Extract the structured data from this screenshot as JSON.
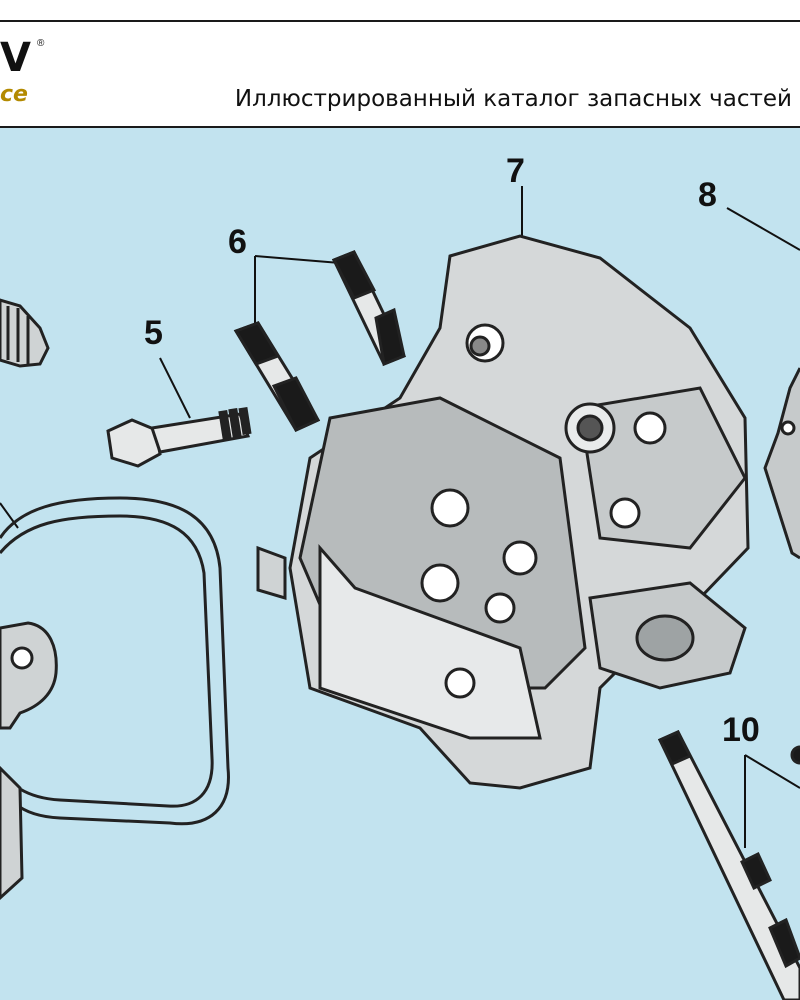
{
  "header": {
    "logo_text": "V",
    "logo_registered": "®",
    "logo_tagline": "ce",
    "catalog_title": "Иллюстрированный каталог запасных частей"
  },
  "diagram": {
    "background_color": "#c2e3ef",
    "callouts": [
      {
        "id": "5",
        "label": "5"
      },
      {
        "id": "6",
        "label": "6"
      },
      {
        "id": "7",
        "label": "7"
      },
      {
        "id": "8",
        "label": "8"
      },
      {
        "id": "10",
        "label": "10"
      }
    ],
    "parts": [
      {
        "number": "5",
        "icon": "flange-bolt-icon"
      },
      {
        "number": "6",
        "icon": "stud-pin-icon"
      },
      {
        "number": "7",
        "icon": "cylinder-head-icon"
      },
      {
        "number": "8",
        "icon": "gasket-icon"
      },
      {
        "number": "10",
        "icon": "long-stud-icon"
      }
    ]
  }
}
